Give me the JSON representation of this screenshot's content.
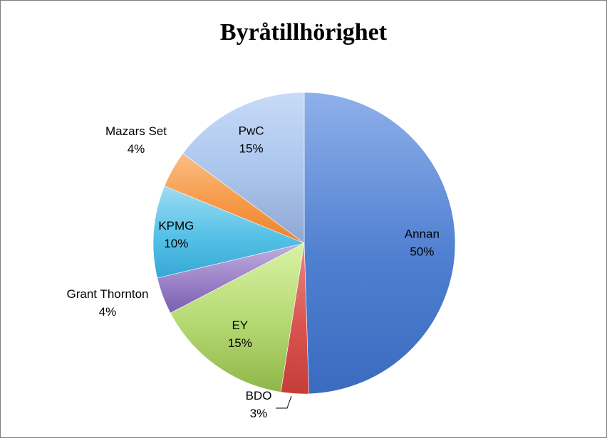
{
  "chart_data": {
    "type": "pie",
    "title": "Byråtillhörighet",
    "start_angle_deg": 0,
    "direction": "clockwise",
    "slices": [
      {
        "name": "Annan",
        "value": 50,
        "label": "50%",
        "color_light": "#8fb0ea",
        "color": "#4f7fd0",
        "color_dark": "#3a6bbf"
      },
      {
        "name": "BDO",
        "value": 3,
        "label": "3%",
        "color_light": "#ea8a86",
        "color": "#d9534f",
        "color_dark": "#c43d39"
      },
      {
        "name": "EY",
        "value": 15,
        "label": "15%",
        "color_light": "#d9f2a5",
        "color": "#b4d870",
        "color_dark": "#8fb64a"
      },
      {
        "name": "Grant Thornton",
        "value": 4,
        "label": "4%",
        "color_light": "#c2aee0",
        "color": "#9b82c8",
        "color_dark": "#7a5fae"
      },
      {
        "name": "KPMG",
        "value": 10,
        "label": "10%",
        "color_light": "#9edcf2",
        "color": "#55c1e6",
        "color_dark": "#36a8d6"
      },
      {
        "name": "Mazars Set",
        "value": 4,
        "label": "4%",
        "color_light": "#fbbd85",
        "color": "#f79a48",
        "color_dark": "#e9832c"
      },
      {
        "name": "PwC",
        "value": 15,
        "label": "15%",
        "color_light": "#c8dbf8",
        "color": "#aac4ec",
        "color_dark": "#8fa6d2"
      }
    ]
  }
}
